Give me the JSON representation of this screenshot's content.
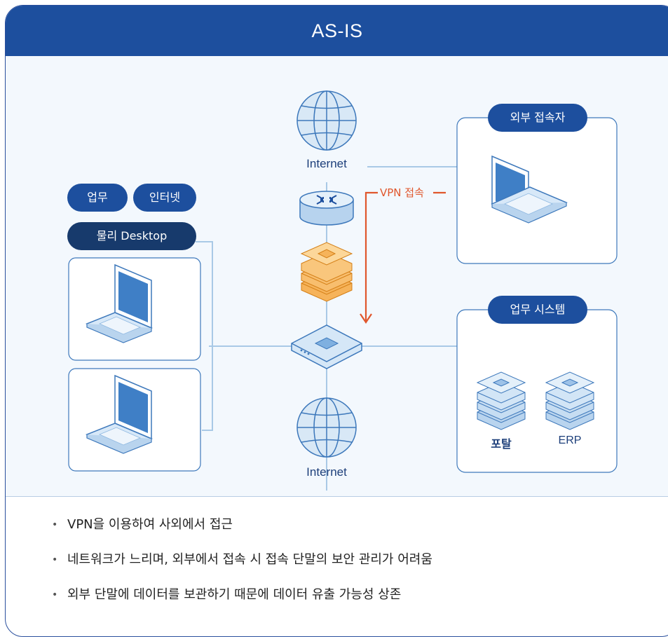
{
  "header": {
    "title": "AS-IS"
  },
  "diagram": {
    "top_internet_label": "Internet",
    "bottom_internet_label": "Internet",
    "vpn_label": "VPN 접속",
    "pills": {
      "work": "업무",
      "internet": "인터넷",
      "physical_desktop": "물리 Desktop"
    },
    "external_box_title": "외부 접속자",
    "system_box_title": "업무 시스템",
    "portal_label": "포탈",
    "erp_label": "ERP"
  },
  "bullets": [
    "VPN을 이용하여 사외에서 접근",
    "네트워크가 느리며, 외부에서 접속 시 접속 단말의 보안 관리가 어려움",
    "외부 단말에 데이터를 보관하기 때문에 데이터 유출 가능성 상존"
  ],
  "colors": {
    "header": "#1d4f9e",
    "pill_dark": "#173a6c",
    "vpn_line": "#e0572d",
    "firewall": "#f0a03a",
    "device_blue": "#3f7fc6"
  }
}
